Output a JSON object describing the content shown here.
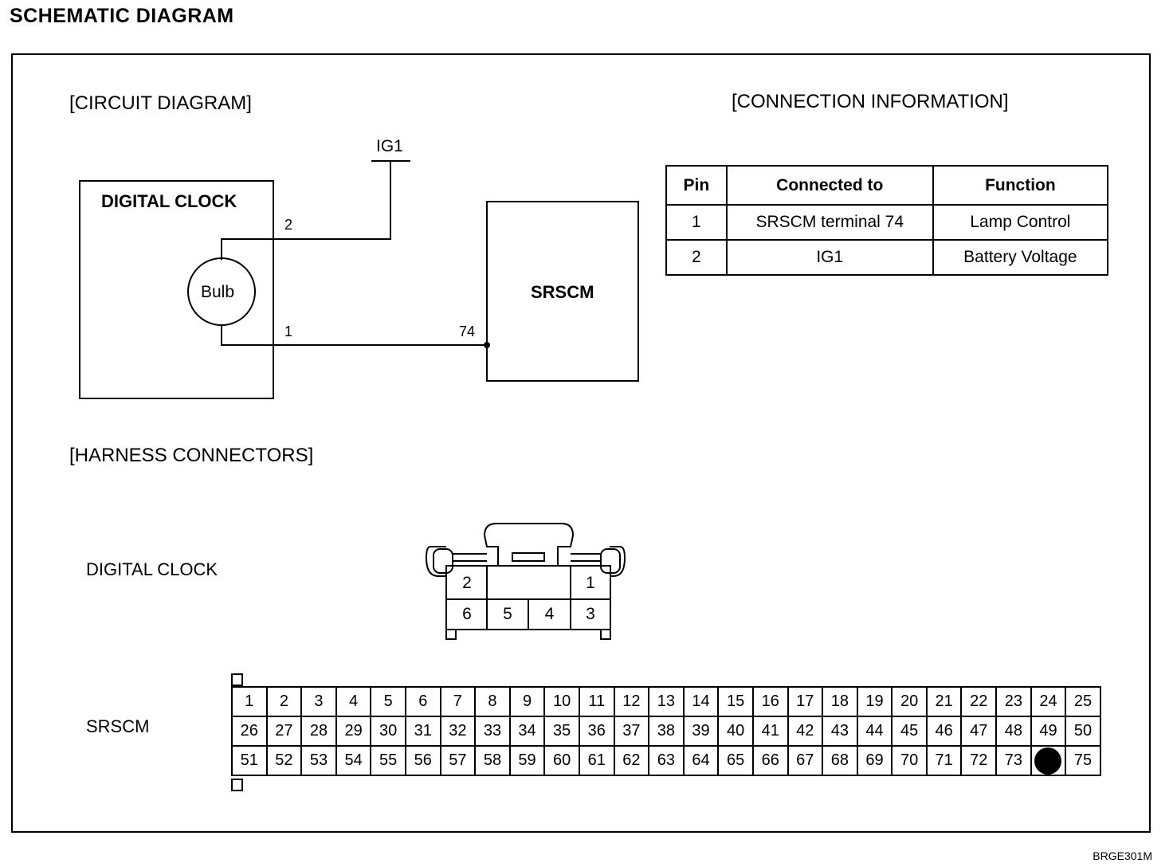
{
  "title": "SCHEMATIC DIAGRAM",
  "figure_code": "BRGE301M",
  "circuit": {
    "heading": "[CIRCUIT DIAGRAM]",
    "ig1_label": "IG1",
    "clock_title": "DIGITAL CLOCK",
    "bulb_label": "Bulb",
    "pin_2_label": "2",
    "pin_1_label": "1",
    "srscm_title": "SRSCM",
    "terminal_74_label": "74"
  },
  "connection_info": {
    "heading": "[CONNECTION INFORMATION]",
    "headers": [
      "Pin",
      "Connected to",
      "Function"
    ],
    "rows": [
      [
        "1",
        "SRSCM terminal 74",
        "Lamp Control"
      ],
      [
        "2",
        "IG1",
        "Battery Voltage"
      ]
    ]
  },
  "harness": {
    "heading": "[HARNESS CONNECTORS]",
    "digital_clock_label": "DIGITAL CLOCK",
    "digital_clock_pins": {
      "top": [
        "2",
        "1"
      ],
      "bottom": [
        "6",
        "5",
        "4",
        "3"
      ]
    },
    "srscm_label": "SRSCM",
    "srscm_pins": [
      [
        "1",
        "2",
        "3",
        "4",
        "5",
        "6",
        "7",
        "8",
        "9",
        "10",
        "11",
        "12",
        "13",
        "14",
        "15",
        "16",
        "17",
        "18",
        "19",
        "20",
        "21",
        "22",
        "23",
        "24",
        "25"
      ],
      [
        "26",
        "27",
        "28",
        "29",
        "30",
        "31",
        "32",
        "33",
        "34",
        "35",
        "36",
        "37",
        "38",
        "39",
        "40",
        "41",
        "42",
        "43",
        "44",
        "45",
        "46",
        "47",
        "48",
        "49",
        "50"
      ],
      [
        "51",
        "52",
        "53",
        "54",
        "55",
        "56",
        "57",
        "58",
        "59",
        "60",
        "61",
        "62",
        "63",
        "64",
        "65",
        "66",
        "67",
        "68",
        "69",
        "70",
        "71",
        "72",
        "73",
        "74",
        "75"
      ]
    ],
    "srscm_highlighted_pin": "74"
  }
}
